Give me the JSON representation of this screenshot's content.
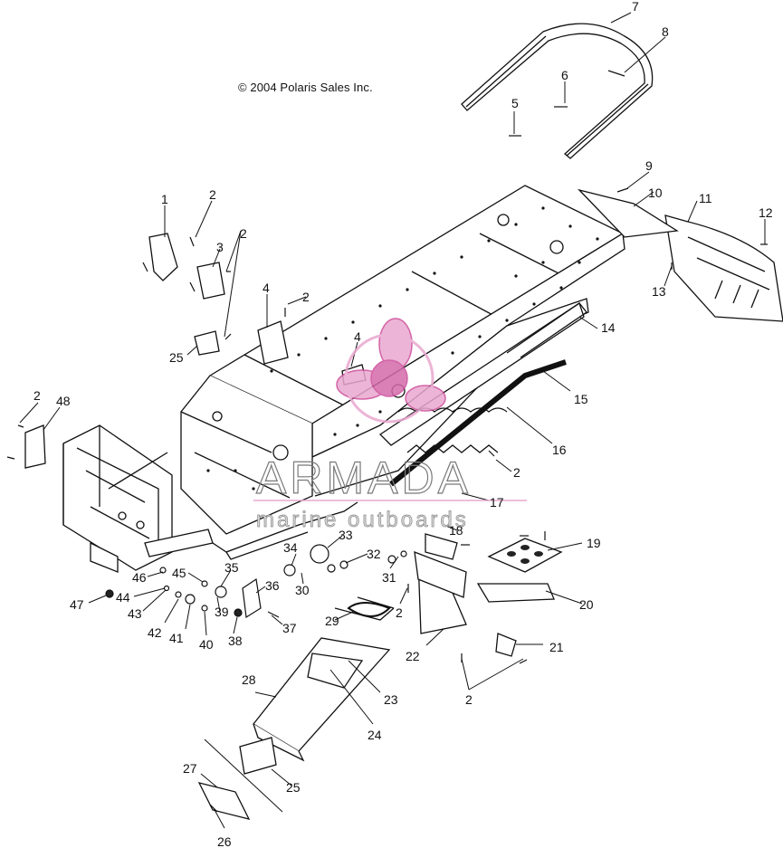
{
  "copyright": "© 2004 Polaris Sales Inc.",
  "watermark": {
    "brand": "ARMADA",
    "tagline": "marine outboards",
    "logo_color": "#e9a8cf",
    "logo_accent": "#cc4a98"
  },
  "callouts": {
    "c1": "1",
    "c2a": "2",
    "c2b": "2",
    "c2c": "2",
    "c2d": "2",
    "c2e": "2",
    "c2f": "2",
    "c2g": "2",
    "c3": "3",
    "c4a": "4",
    "c4b": "4",
    "c5": "5",
    "c6": "6",
    "c7": "7",
    "c8": "8",
    "c9": "9",
    "c10": "10",
    "c11": "11",
    "c12": "12",
    "c13": "13",
    "c14": "14",
    "c15": "15",
    "c16": "16",
    "c17": "17",
    "c18": "18",
    "c19": "19",
    "c20": "20",
    "c21": "21",
    "c22": "22",
    "c23": "23",
    "c24": "24",
    "c25a": "25",
    "c25b": "25",
    "c26": "26",
    "c27": "27",
    "c28": "28",
    "c29": "29",
    "c30": "30",
    "c31": "31",
    "c32": "32",
    "c33": "33",
    "c34": "34",
    "c35": "35",
    "c36": "36",
    "c37": "37",
    "c38": "38",
    "c39": "39",
    "c40": "40",
    "c41": "41",
    "c42": "42",
    "c43": "43",
    "c44": "44",
    "c45": "45",
    "c46": "46",
    "c47": "47",
    "c48": "48"
  }
}
